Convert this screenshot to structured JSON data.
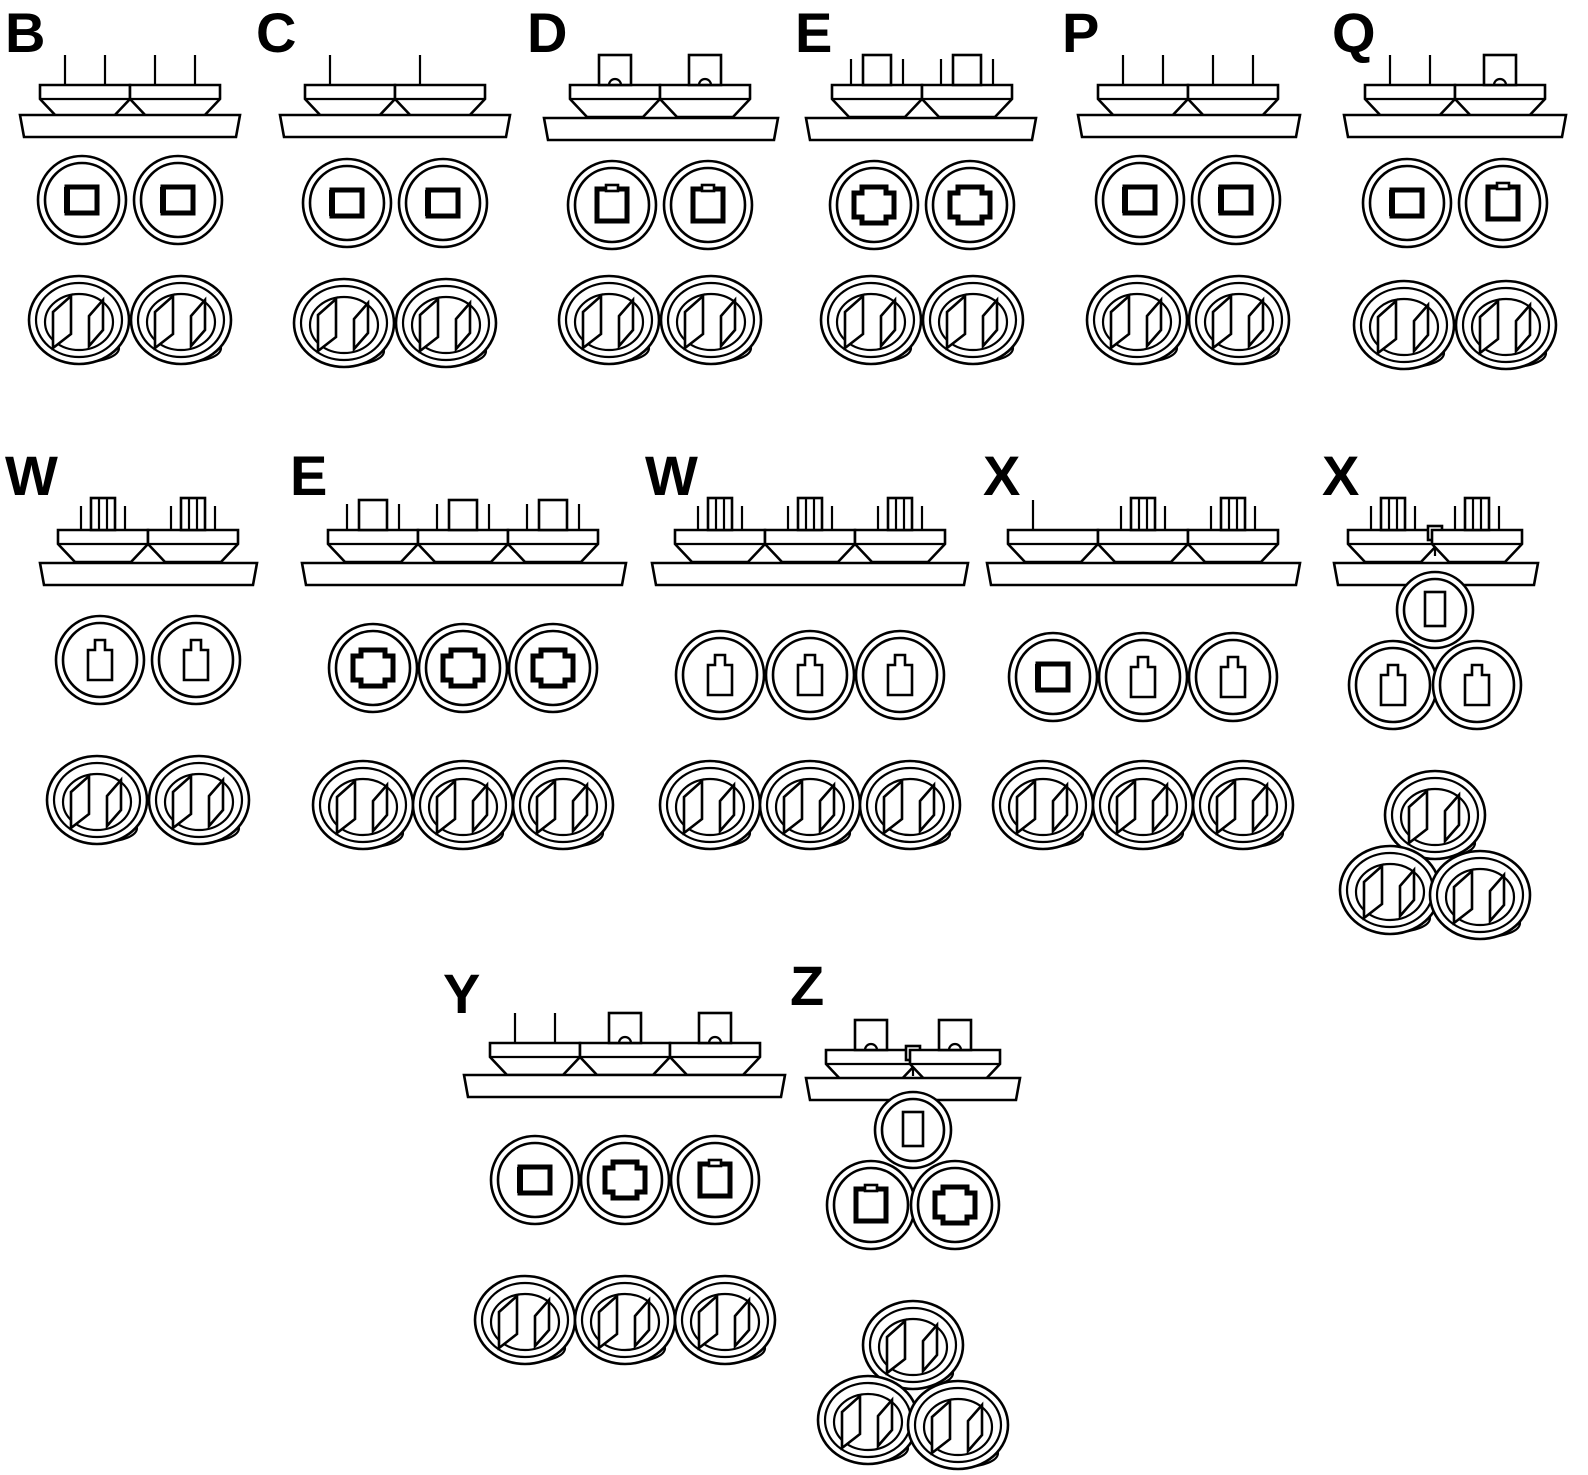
{
  "groups": [
    {
      "id": "b",
      "label": "B",
      "top": [
        "A",
        "A"
      ],
      "face": [
        "A",
        "A"
      ],
      "persp": [
        "A",
        "A"
      ]
    },
    {
      "id": "c",
      "label": "C",
      "top": [
        "A1",
        "A1"
      ],
      "face": [
        "A",
        "A"
      ],
      "persp": [
        "A",
        "A"
      ]
    },
    {
      "id": "d",
      "label": "D",
      "top": [
        "G",
        "G"
      ],
      "face": [
        "G",
        "G"
      ],
      "persp": [
        "G",
        "G"
      ]
    },
    {
      "id": "e1",
      "label": "E",
      "top": [
        "E",
        "E"
      ],
      "face": [
        "E",
        "E"
      ],
      "persp": [
        "E",
        "E"
      ]
    },
    {
      "id": "p",
      "label": "P",
      "top": [
        "A",
        "A"
      ],
      "face": [
        "A",
        "A"
      ],
      "persp": [
        "A",
        "A"
      ]
    },
    {
      "id": "q",
      "label": "Q",
      "top": [
        "A",
        "G"
      ],
      "face": [
        "A",
        "G"
      ],
      "persp": [
        "A",
        "G"
      ]
    },
    {
      "id": "w1",
      "label": "W",
      "top": [
        "W",
        "W"
      ],
      "face": [
        "W",
        "W"
      ],
      "persp": [
        "W",
        "W"
      ]
    },
    {
      "id": "e2",
      "label": "E",
      "top": [
        "E",
        "E",
        "E"
      ],
      "face": [
        "E",
        "E",
        "E"
      ],
      "persp": [
        "E",
        "E",
        "E"
      ]
    },
    {
      "id": "w2",
      "label": "W",
      "top": [
        "W",
        "W",
        "W"
      ],
      "face": [
        "W",
        "W",
        "W"
      ],
      "persp": [
        "W",
        "W",
        "W"
      ]
    },
    {
      "id": "x1",
      "label": "X",
      "top": [
        "A1",
        "W",
        "W"
      ],
      "face": [
        "A",
        "W",
        "W"
      ],
      "persp": [
        "A",
        "W",
        "W"
      ]
    },
    {
      "id": "x2",
      "label": "X",
      "top": [
        "W",
        "S",
        "W"
      ],
      "face": [
        "S",
        "W",
        "W"
      ],
      "persp": [
        "S",
        "W",
        "W"
      ],
      "triangle": true
    },
    {
      "id": "y",
      "label": "Y",
      "top": [
        "A",
        "G",
        "G"
      ],
      "face": [
        "A",
        "E",
        "G"
      ],
      "persp": [
        "A",
        "E",
        "G"
      ]
    },
    {
      "id": "z",
      "label": "Z",
      "top": [
        "G",
        "S",
        "G"
      ],
      "face": [
        "S",
        "G",
        "E"
      ],
      "persp": [
        "S",
        "G",
        "E"
      ],
      "triangle": true
    }
  ]
}
